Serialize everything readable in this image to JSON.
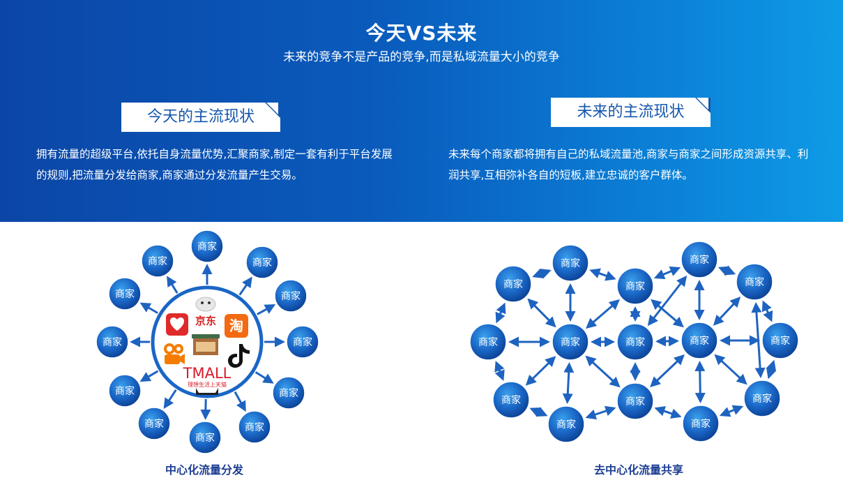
{
  "header": {
    "title": "今天VS未来",
    "subtitle": "未来的竞争不是产品的竞争,而是私域流量大小的竞争"
  },
  "left": {
    "label": "今天的主流现状",
    "text": "拥有流量的超级平台,依托自身流量优势,汇聚商家,制定一套有利于平台发展的规则,把流量分发给商家,商家通过分发流量产生交易。",
    "caption": "中心化流量分发",
    "node_label": "商家",
    "platform_logos": {
      "jd": "京东",
      "taobao": "淘",
      "tmall": "TMALL",
      "tmall_sub": "理想生活上天猫"
    }
  },
  "right": {
    "label": "未来的主流现状",
    "text": "未来每个商家都将拥有自己的私域流量池,商家与商家之间形成资源共享、利润共享,互相弥补各自的短板,建立忠诚的客户群体。",
    "caption": "去中心化流量共享",
    "node_label": "商家"
  },
  "colors": {
    "banner_start": "#0b46a6",
    "banner_end": "#0e9be6",
    "node_dark": "#0a3d8f",
    "node_light": "#2b8fe0",
    "arrow": "#1e63c0",
    "caption": "#1e3f93"
  }
}
